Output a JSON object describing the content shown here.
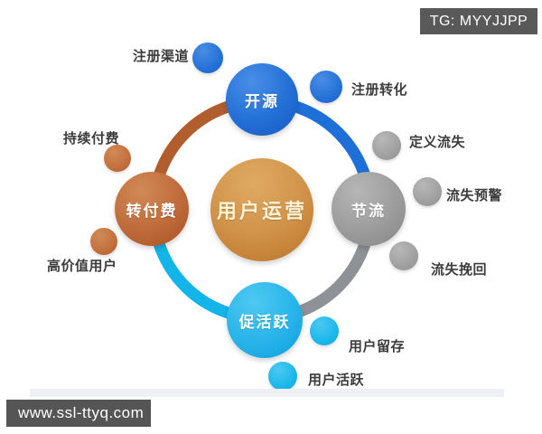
{
  "watermarks": {
    "top_right": "TG: MYYJJPP",
    "bottom_left": "www.ssl-ttyq.com"
  },
  "diagram": {
    "title": "用户运营",
    "center": {
      "label": "用户运营",
      "color": "#cf9147",
      "text_color": "#fdf3d6"
    },
    "nodes": [
      {
        "label": "开源",
        "position": "top",
        "color": "#2270d6"
      },
      {
        "label": "节流",
        "position": "right",
        "color": "#9c9c9c"
      },
      {
        "label": "促活跃",
        "position": "bottom",
        "color": "#27b4ea"
      },
      {
        "label": "转付费",
        "position": "left",
        "color": "#bf6a3a"
      }
    ],
    "ring_segments": [
      {
        "position": "left-to-top",
        "color": "#b25d2d"
      },
      {
        "position": "top-to-right",
        "color": "#1e6fd8"
      },
      {
        "position": "right-to-bottom",
        "color": "#8e9296"
      },
      {
        "position": "bottom-to-left",
        "color": "#13b5e8"
      }
    ],
    "satellites": [
      {
        "label": "注册渠道",
        "group": "开源",
        "color": "#2472d8"
      },
      {
        "label": "注册转化",
        "group": "开源",
        "color": "#2472d8"
      },
      {
        "label": "定义流失",
        "group": "节流",
        "color": "#a0a0a0"
      },
      {
        "label": "流失预警",
        "group": "节流",
        "color": "#a0a0a0"
      },
      {
        "label": "流失挽回",
        "group": "节流",
        "color": "#a0a0a0"
      },
      {
        "label": "用户留存",
        "group": "促活跃",
        "color": "#1cb8ec"
      },
      {
        "label": "用户活跃",
        "group": "促活跃",
        "color": "#1cb8ec"
      },
      {
        "label": "持续付费",
        "group": "转付费",
        "color": "#c4703d"
      },
      {
        "label": "高价值用户",
        "group": "转付费",
        "color": "#c4703d"
      }
    ]
  }
}
